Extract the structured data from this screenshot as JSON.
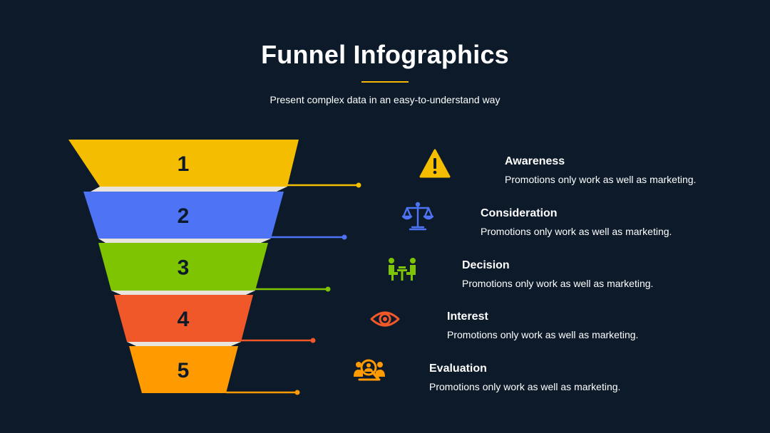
{
  "title": "Funnel Infographics",
  "subtitle": "Present complex data in an easy-to-understand way",
  "colors": {
    "background": "#0c1a2a",
    "accent": "#f5b800",
    "gap": "#e9e4dc"
  },
  "stages": [
    {
      "number": "1",
      "heading": "Awareness",
      "description": "Promotions only work as well as marketing.",
      "color": "#f5bd00",
      "icon": "warning-icon"
    },
    {
      "number": "2",
      "heading": "Consideration",
      "description": "Promotions only work as well as marketing.",
      "color": "#4f73f5",
      "icon": "scales-icon"
    },
    {
      "number": "3",
      "heading": "Decision",
      "description": "Promotions only work as well as marketing.",
      "color": "#7ec400",
      "icon": "meeting-icon"
    },
    {
      "number": "4",
      "heading": "Interest",
      "description": "Promotions only work as well as marketing.",
      "color": "#f0582a",
      "icon": "eye-icon"
    },
    {
      "number": "5",
      "heading": "Evaluation",
      "description": "Promotions only work as well as marketing.",
      "color": "#ff9b00",
      "icon": "user-search-icon"
    }
  ]
}
